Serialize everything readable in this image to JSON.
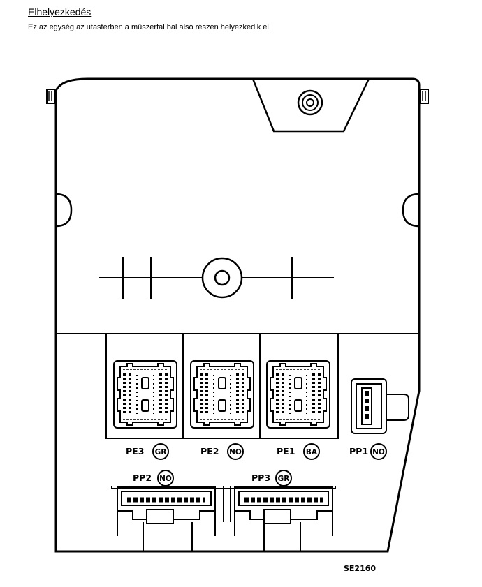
{
  "title": "Elhelyezkedés",
  "description": "Ez az egység az utastérben a műszerfal bal alsó részén helyezkedik el.",
  "connectors": {
    "pe3": {
      "name": "PE3",
      "color_code": "GR"
    },
    "pe2": {
      "name": "PE2",
      "color_code": "NO"
    },
    "pe1": {
      "name": "PE1",
      "color_code": "BA"
    },
    "pp1": {
      "name": "PP1",
      "color_code": "NO"
    },
    "pp2": {
      "name": "PP2",
      "color_code": "NO"
    },
    "pp3": {
      "name": "PP3",
      "color_code": "GR"
    }
  },
  "figure_code": "SE2160",
  "colors": {
    "line": "#000000",
    "background": "#ffffff"
  }
}
